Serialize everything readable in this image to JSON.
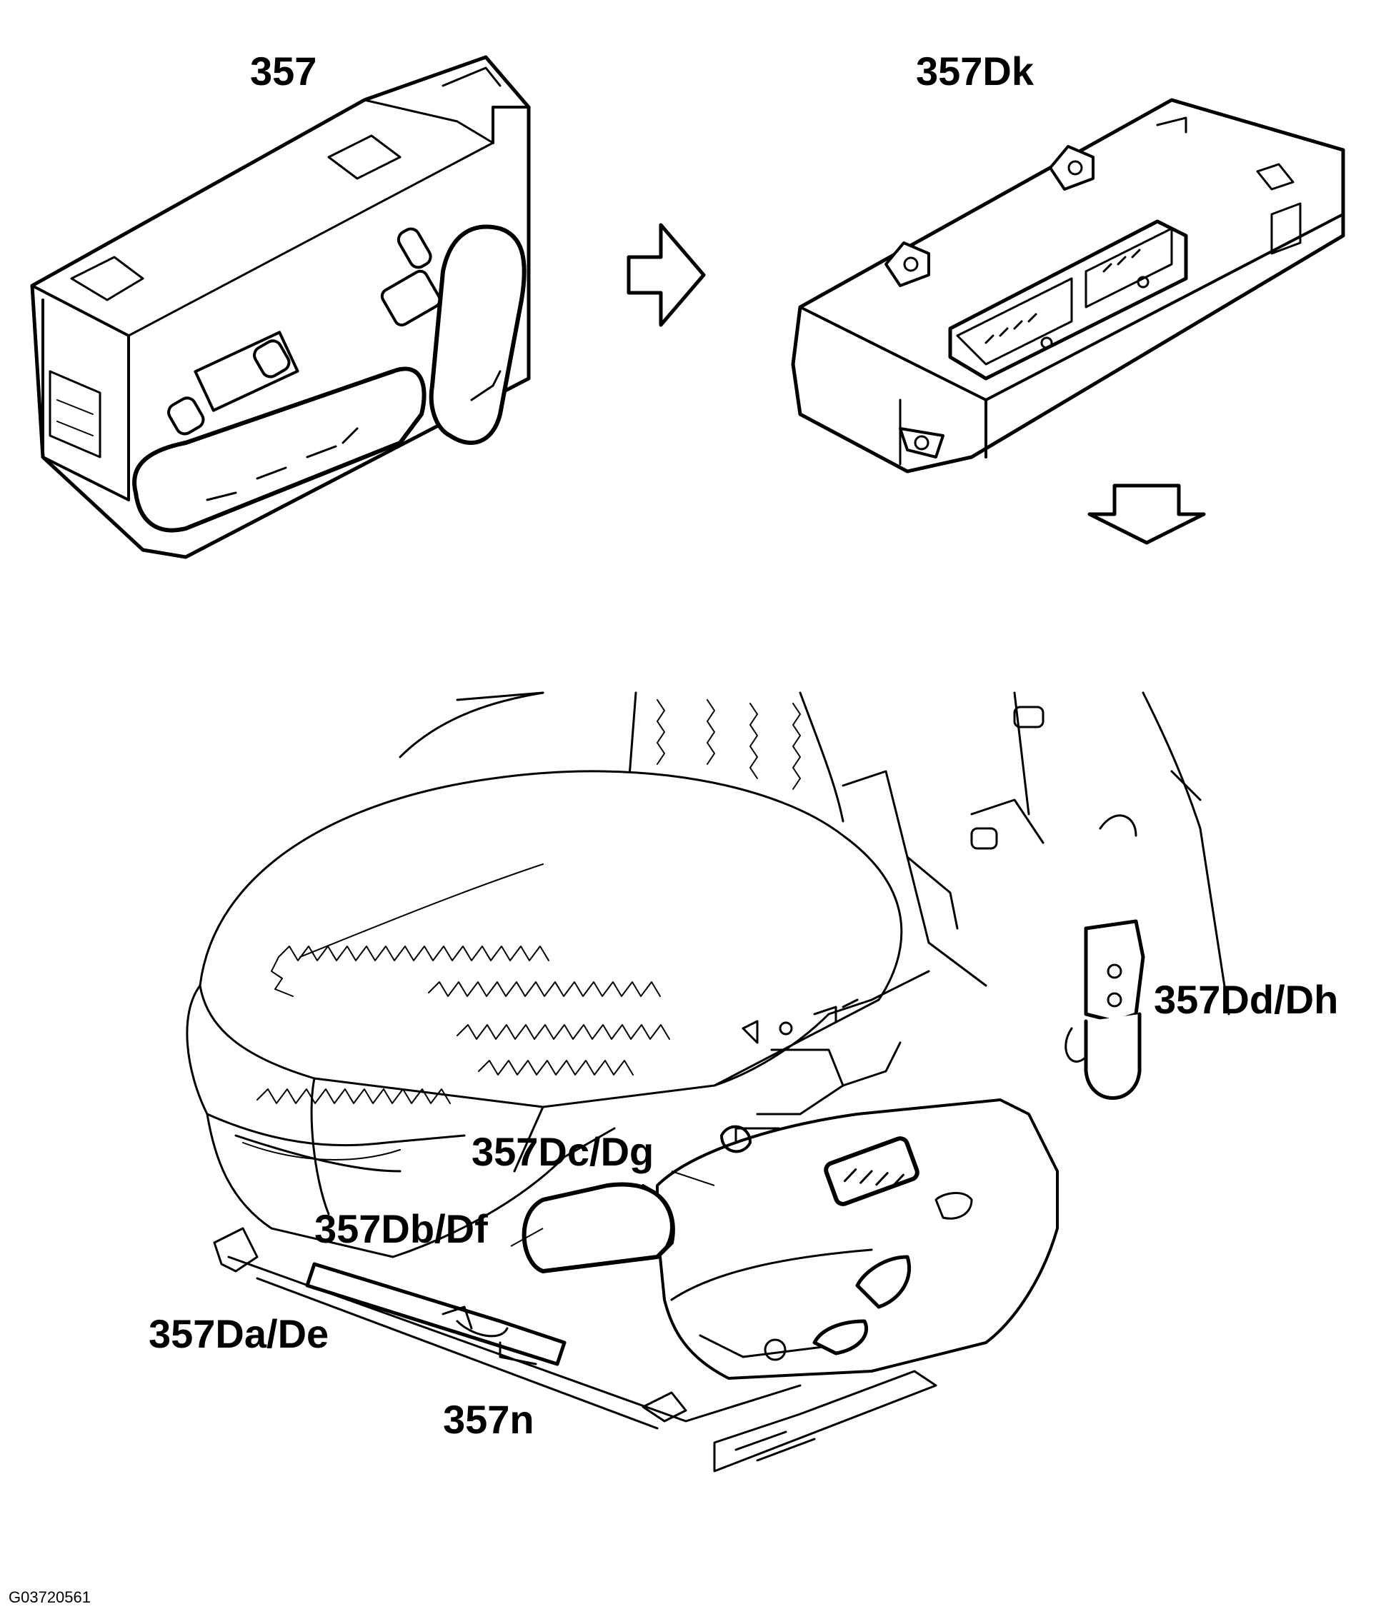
{
  "labels": {
    "control_panel": "357",
    "control_module": "357Dk",
    "backrest_motor": "357Dd/Dh",
    "height_motor_front": "357Dc/Dg",
    "height_motor_rear": "357Db/Df",
    "length_motor": "357Da/De",
    "connector": "357n"
  },
  "figure_code": "G03720561",
  "colors": {
    "line": "#000000",
    "background": "#ffffff"
  },
  "icons": {
    "flow_arrow_right": "arrow-right-outline",
    "flow_arrow_down": "arrow-down-outline"
  }
}
